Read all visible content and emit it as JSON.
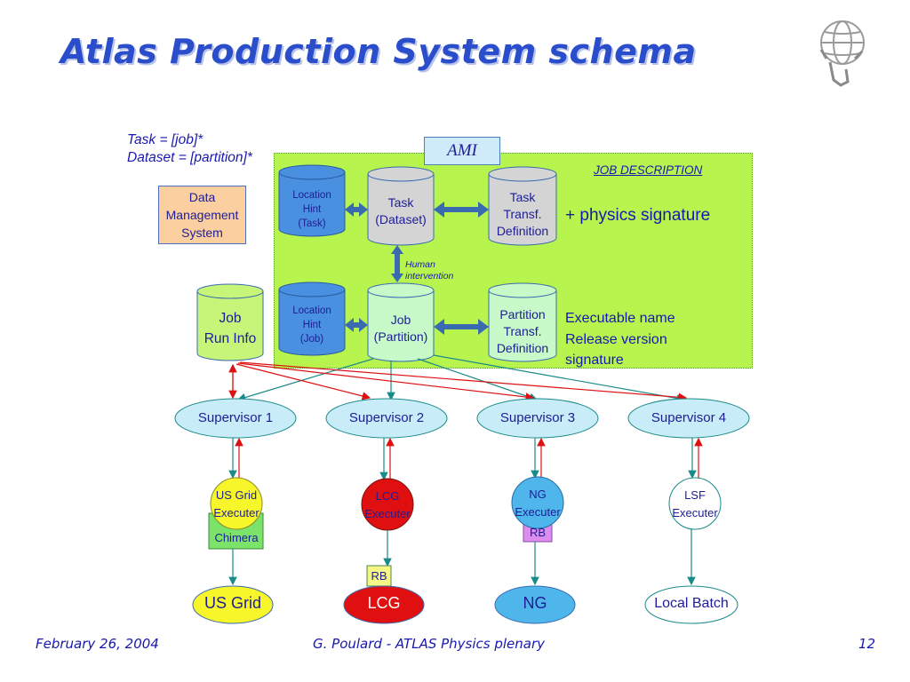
{
  "title": "Atlas Production System schema",
  "task_definition": [
    "Task = [job]*",
    "Dataset = [partition]*"
  ],
  "data_management": [
    "Data",
    "Management",
    "System"
  ],
  "ami": "AMI",
  "job_description": "JOB DESCRIPTION",
  "physics_signature": "+ physics signature",
  "executable_lines": [
    "Executable name",
    "Release version",
    "signature"
  ],
  "human_intervention": [
    "Human",
    "intervention"
  ],
  "cylinders": {
    "job_run_info": [
      "Job",
      "Run Info"
    ],
    "location_hint_task": [
      "Location",
      "Hint",
      "(Task)"
    ],
    "task_dataset": [
      "Task",
      "(Dataset)"
    ],
    "task_transf": [
      "Task",
      "Transf.",
      "Definition"
    ],
    "location_hint_job": [
      "Location",
      "Hint",
      "(Job)"
    ],
    "job_partition": [
      "Job",
      "(Partition)"
    ],
    "partition_transf": [
      "Partition",
      "Transf.",
      "Definition"
    ]
  },
  "supervisors": [
    "Supervisor 1",
    "Supervisor 2",
    "Supervisor 3",
    "Supervisor 4"
  ],
  "executors": {
    "us_grid": [
      "US Grid",
      "Executer"
    ],
    "chimera": "Chimera",
    "lcg": [
      "LCG",
      "Executer"
    ],
    "ng": [
      "NG",
      "Executer"
    ],
    "ng_rb": "RB",
    "lsf": [
      "LSF",
      "Executer"
    ],
    "lcg_rb": "RB"
  },
  "targets": [
    "US Grid",
    "LCG",
    "NG",
    "Local Batch"
  ],
  "footer": {
    "date": "February 26, 2004",
    "author": "G. Poulard - ATLAS Physics plenary",
    "page": "12"
  },
  "colors": {
    "title": "#2a4ecb",
    "green_box": "#b7f54e",
    "text_blue": "#1818b0",
    "cyl_blue": "#4a90e0",
    "cyl_grey": "#d4d4d4",
    "cyl_lightgreen": "#c8f9c8",
    "supervisor": "#c9ecf9",
    "red_arrow": "#dd1111",
    "teal_arrow": "#1a8a8a"
  }
}
